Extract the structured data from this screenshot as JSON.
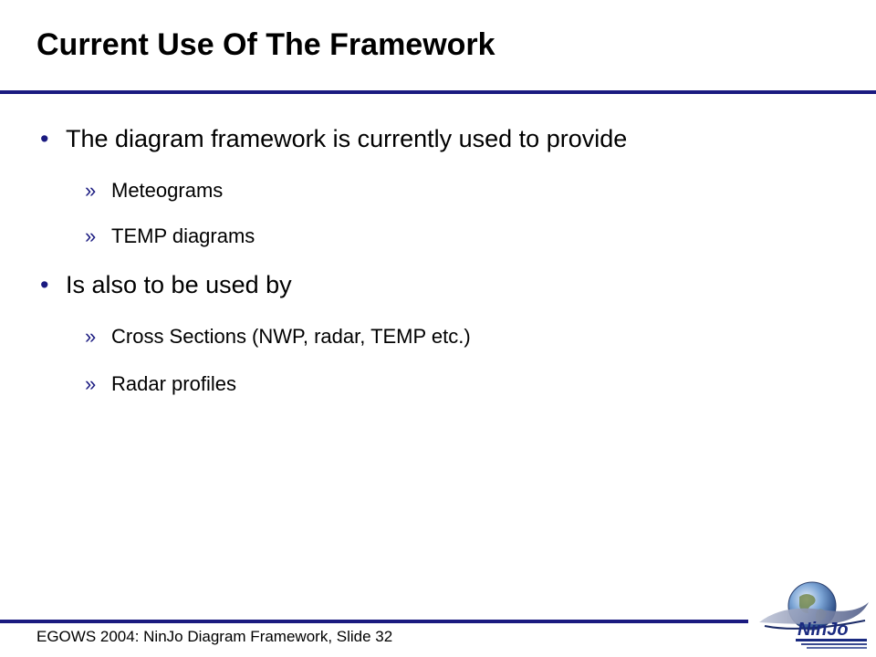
{
  "slide": {
    "title": "Current Use Of The Framework",
    "footer": "EGOWS 2004: NinJo Diagram Framework, Slide 32",
    "accent_color": "#1a1a80",
    "bullet_glyph": "•",
    "sub_bullet_glyph": "»",
    "bullets": [
      {
        "text": "The diagram framework is currently used to provide",
        "sub": [
          "Meteograms",
          "TEMP diagrams"
        ]
      },
      {
        "text": "Is also to be used by",
        "sub": [
          "Cross Sections (NWP, radar, TEMP etc.)",
          "Radar profiles"
        ]
      }
    ],
    "logo": {
      "icon": "ninjo-globe-logo",
      "wordmark": "NinJo"
    }
  }
}
